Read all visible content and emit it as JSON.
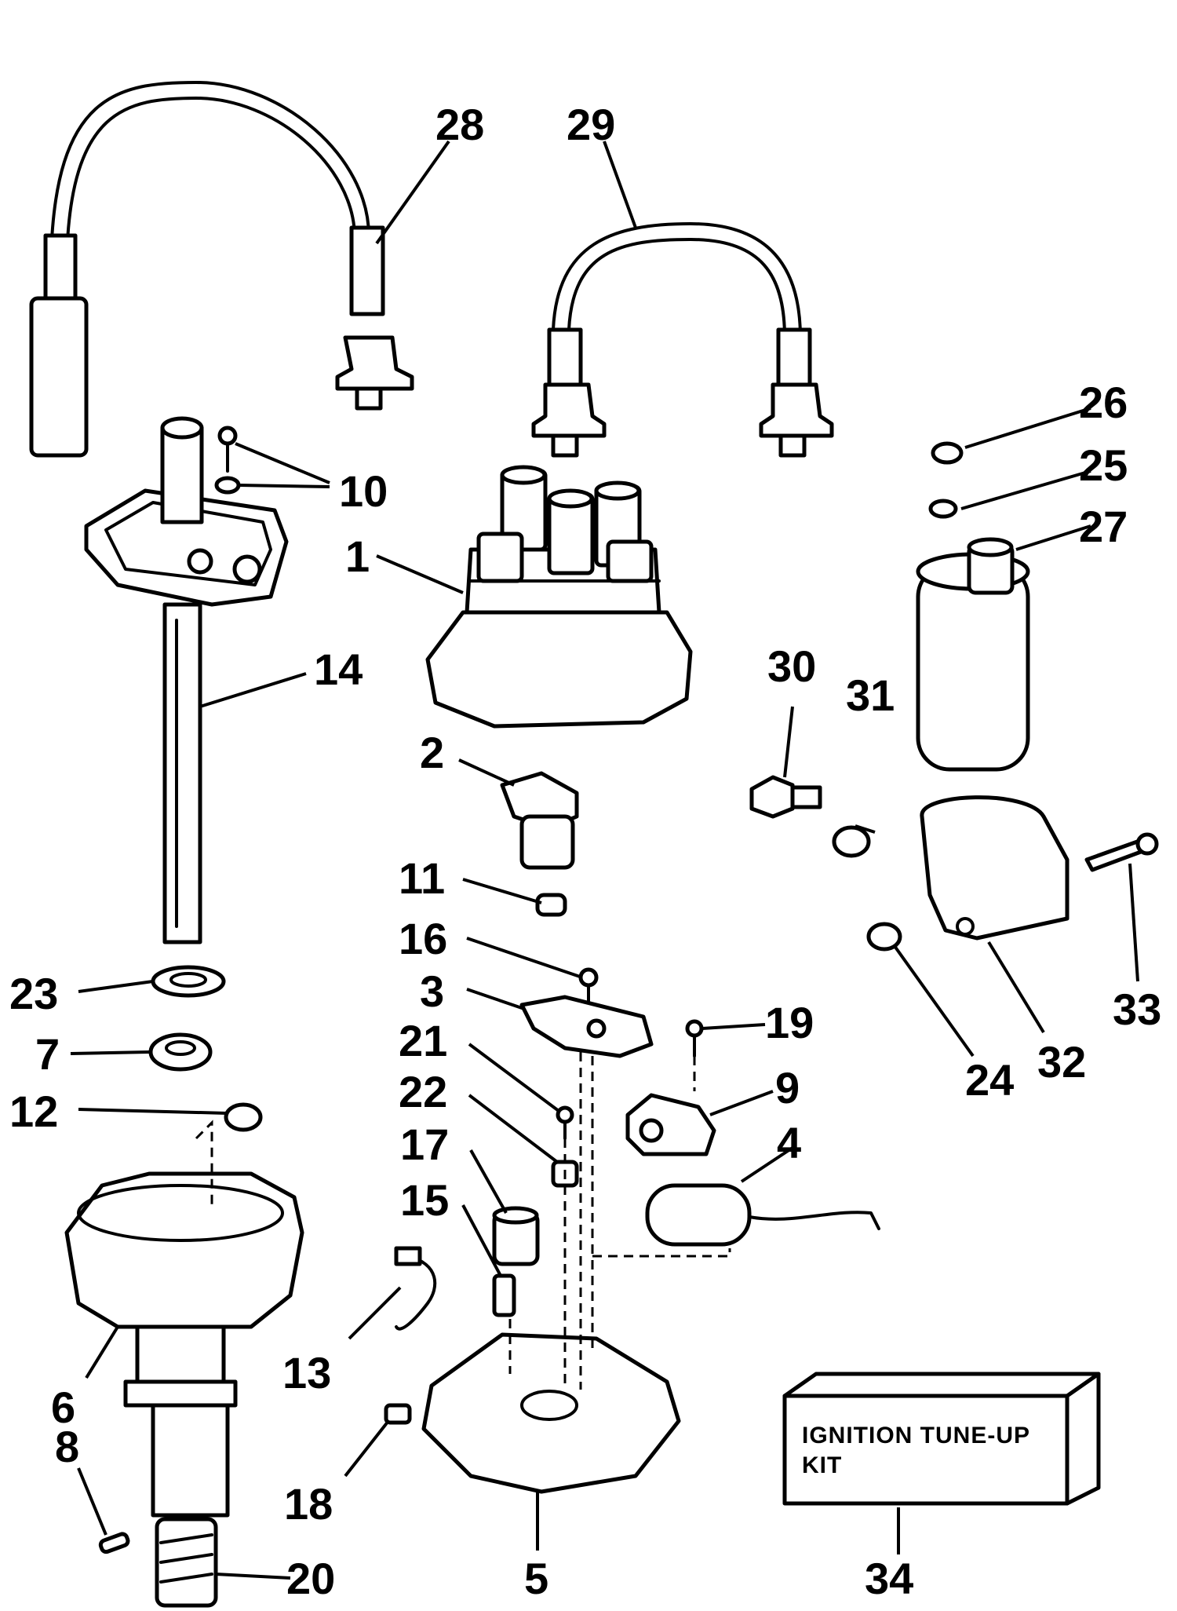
{
  "callouts": {
    "c1": "1",
    "c2": "2",
    "c3": "3",
    "c4": "4",
    "c5": "5",
    "c6": "6",
    "c7": "7",
    "c8": "8",
    "c9": "9",
    "c10": "10",
    "c11": "11",
    "c12": "12",
    "c13": "13",
    "c14": "14",
    "c15": "15",
    "c16": "16",
    "c17": "17",
    "c18": "18",
    "c19": "19",
    "c20": "20",
    "c21": "21",
    "c22": "22",
    "c23": "23",
    "c24": "24",
    "c25": "25",
    "c26": "26",
    "c27": "27",
    "c28": "28",
    "c29": "29",
    "c30": "30",
    "c31": "31",
    "c32": "32",
    "c33": "33",
    "c34": "34"
  },
  "kit_box": {
    "line1": "IGNITION TUNE-UP",
    "line2": "KIT"
  }
}
